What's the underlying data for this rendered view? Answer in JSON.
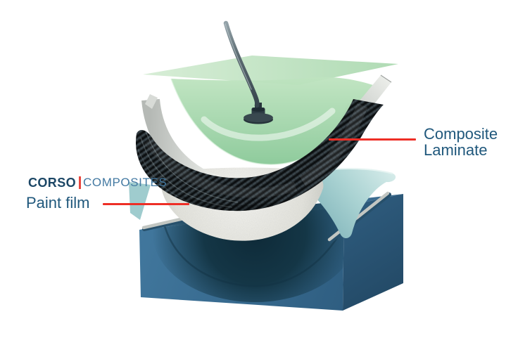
{
  "brand": {
    "logo_primary": "CORSO",
    "logo_secondary": "COMPOSITES",
    "logo_primary_color": "#1c4766",
    "logo_secondary_color": "#4379a2",
    "logo_separator_color": "#e8473f"
  },
  "labels": {
    "label_color": "#20587c",
    "callout_line_color": "#ee2e26",
    "paint_film": {
      "text": "Paint film"
    },
    "composite_laminate": {
      "line1": "Composite",
      "line2": "Laminate"
    }
  },
  "illustration": {
    "type": "exploded-composite-layup-diagram",
    "layers_top_to_bottom": [
      {
        "name": "vacuum-hose",
        "color": "#5b6a71"
      },
      {
        "name": "vacuum-bag-film",
        "color": "#a7d6ab"
      },
      {
        "name": "caul-shell",
        "color": "#e3e6e2"
      },
      {
        "name": "composite-laminate",
        "color": "#23282b"
      },
      {
        "name": "paint-film",
        "color": "#efefe9"
      },
      {
        "name": "release-film",
        "color": "#a9d2d2"
      },
      {
        "name": "mold-block",
        "color": "#3a6d90"
      }
    ]
  }
}
